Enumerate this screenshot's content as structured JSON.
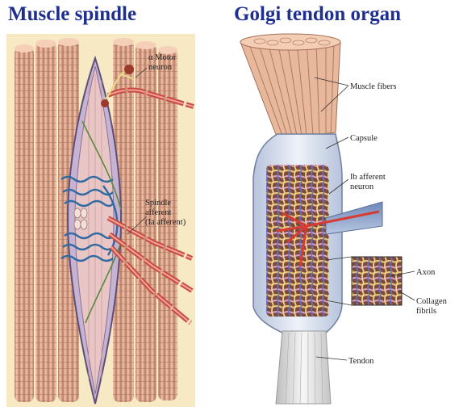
{
  "panels": {
    "left": {
      "title": "Muscle spindle",
      "labels": {
        "motor_line1": "α Motor",
        "motor_line2": "neuron",
        "spindle_line1": "Spindle",
        "spindle_line2": "afferent",
        "spindle_line3": "(Ia afferent)"
      }
    },
    "right": {
      "title": "Golgi tendon organ",
      "labels": {
        "muscle_fibers": "Muscle fibers",
        "capsule": "Capsule",
        "ib_line1": "Ib afferent",
        "ib_line2": "neuron",
        "axon": "Axon",
        "collagen_line1": "Collagen",
        "collagen_line2": "fibrils",
        "tendon": "Tendon"
      }
    }
  },
  "colors": {
    "title": "#1f2f8f",
    "muscle_fiber": "#dba286",
    "spindle_capsule": "#b9a8c8",
    "nerve_fiber": "#d94848",
    "afferent_blue": "#3a78b0",
    "tendon": "#e6e6e6"
  }
}
